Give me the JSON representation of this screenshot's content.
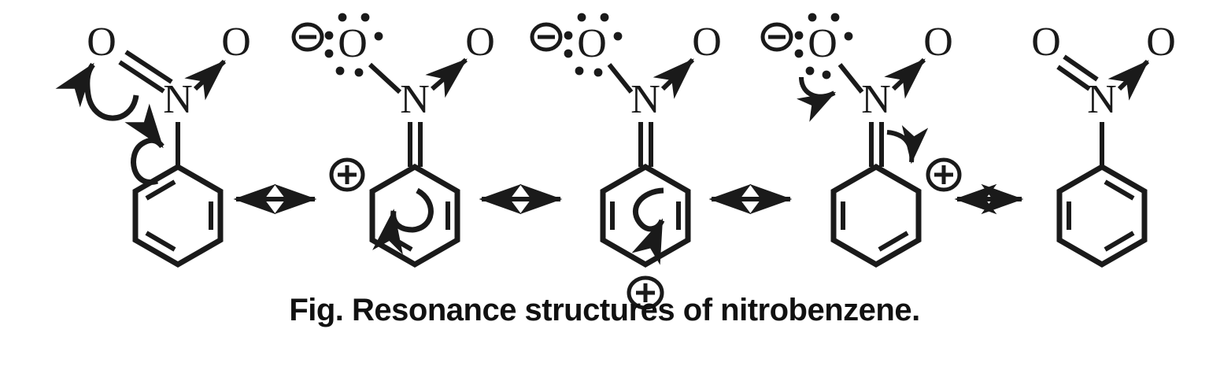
{
  "figure": {
    "caption": "Fig. Resonance structures of nitrobenzene.",
    "molecule": "nitrobenzene",
    "structure_count": 5,
    "ink_color": "#1a1a1a",
    "background_color": "#ffffff"
  },
  "labels": {
    "oxygen": "O",
    "nitrogen": "N",
    "plus": "+",
    "minus": "−"
  },
  "structures": [
    {
      "index": 1,
      "name": "neutral-nitrobenzene-left",
      "left_oxygen_label": "O",
      "right_oxygen_label": "O",
      "nitrogen_label": "N",
      "left_oxygen_charge": "",
      "ring_charge": "",
      "ring_charge_position": "none",
      "left_bond_type": "double",
      "right_bond_type": "dative-arrow",
      "n_ring_bond": "single",
      "lone_pairs_on_left_oxygen": 0,
      "curved_arrows": [
        "n-o-double-bond-to-oxygen",
        "ring-to-n-c-bond"
      ]
    },
    {
      "index": 2,
      "name": "ortho-cation-left",
      "left_oxygen_label": "O",
      "right_oxygen_label": "O",
      "nitrogen_label": "N",
      "left_oxygen_charge": "−",
      "ring_charge": "+",
      "ring_charge_position": "ortho-left",
      "left_bond_type": "single",
      "right_bond_type": "dative-arrow",
      "n_ring_bond": "double",
      "lone_pairs_on_left_oxygen": 3,
      "curved_arrows": [
        "ring-bond-shift-left"
      ]
    },
    {
      "index": 3,
      "name": "para-cation",
      "left_oxygen_label": "O",
      "right_oxygen_label": "O",
      "nitrogen_label": "N",
      "left_oxygen_charge": "−",
      "ring_charge": "+",
      "ring_charge_position": "para-bottom",
      "left_bond_type": "single",
      "right_bond_type": "dative-arrow",
      "n_ring_bond": "double",
      "lone_pairs_on_left_oxygen": 3,
      "curved_arrows": [
        "ring-bond-shift-down"
      ]
    },
    {
      "index": 4,
      "name": "ortho-cation-right",
      "left_oxygen_label": "O",
      "right_oxygen_label": "O",
      "nitrogen_label": "N",
      "left_oxygen_charge": "−",
      "ring_charge": "+",
      "ring_charge_position": "ortho-right",
      "left_bond_type": "single",
      "right_bond_type": "dative-arrow",
      "n_ring_bond": "double",
      "lone_pairs_on_left_oxygen": 3,
      "curved_arrows": [
        "oxygen-lone-pair-to-n-o-bond",
        "n-c-double-bond-to-ring"
      ]
    },
    {
      "index": 5,
      "name": "neutral-nitrobenzene-right",
      "left_oxygen_label": "O",
      "right_oxygen_label": "O",
      "nitrogen_label": "N",
      "left_oxygen_charge": "",
      "ring_charge": "",
      "ring_charge_position": "none",
      "left_bond_type": "double",
      "right_bond_type": "dative-arrow",
      "n_ring_bond": "single",
      "lone_pairs_on_left_oxygen": 0,
      "curved_arrows": []
    }
  ],
  "resonance_arrows": [
    {
      "index": 1,
      "between": "1-2",
      "style": "double-headed"
    },
    {
      "index": 2,
      "between": "2-3",
      "style": "double-headed"
    },
    {
      "index": 3,
      "between": "3-4",
      "style": "double-headed"
    },
    {
      "index": 4,
      "between": "4-5",
      "style": "double-headed"
    }
  ]
}
